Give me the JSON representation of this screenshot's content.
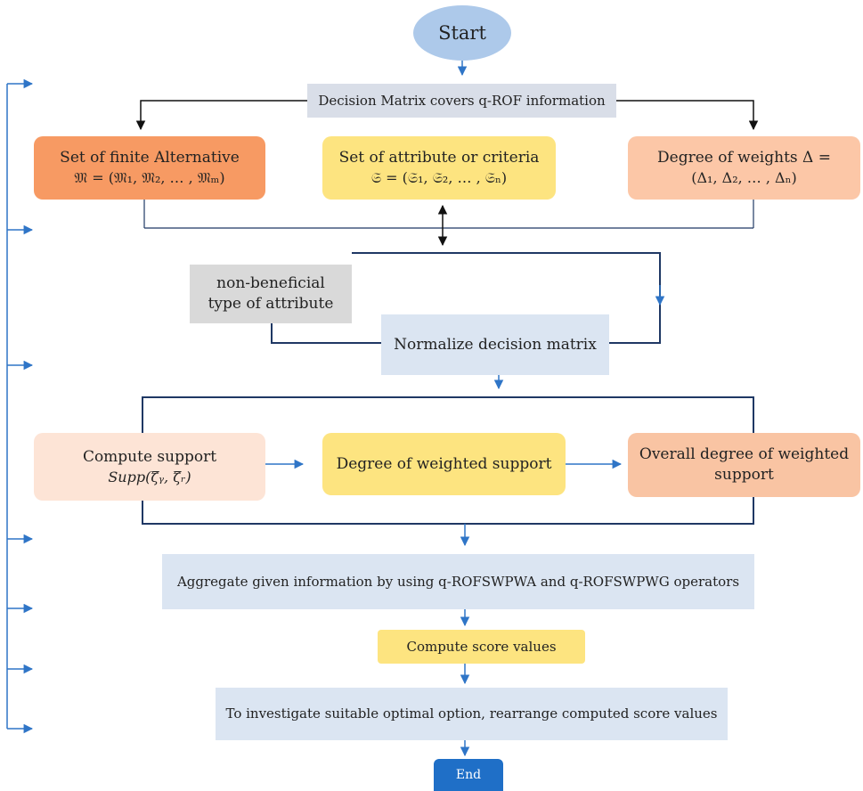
{
  "start": "Start",
  "end": "End",
  "decision_matrix": "Decision Matrix covers q-ROF information",
  "alternatives": {
    "line1": "Set of finite Alternative",
    "line2": "𝔐 = (𝔐₁, 𝔐₂, … , 𝔐ₘ)"
  },
  "attributes": {
    "line1": "Set of attribute or criteria",
    "line2": "𝔖 = (𝔖₁, 𝔖₂, … , 𝔖ₙ)"
  },
  "weights": {
    "line1": "Degree of weights Δ =",
    "line2": "(Δ₁, Δ₂, … , Δₙ)"
  },
  "non_beneficial": {
    "line1": "non-beneficial",
    "line2": "type of attribute"
  },
  "normalize": "Normalize decision matrix",
  "support": {
    "line1": "Compute support",
    "line2": "Supp(ζ̿ᵧ, ζ̿ᵣ)"
  },
  "weighted_support": "Degree of weighted support",
  "overall_support": {
    "line1": "Overall degree of weighted",
    "line2": "support"
  },
  "aggregate": "Aggregate given information by using q-ROFSWPWA and q-ROFSWPWG operators",
  "score": "Compute score values",
  "investigate": "To investigate suitable optimal option, rearrange computed score values",
  "colors": {
    "start_fill": "#adc9ea",
    "end_fill": "#1f6fc7",
    "alt_fill": "#f79a63",
    "attr_fill": "#fde480",
    "weight_fill": "#fcc7a7",
    "support_fill": "#fde4d6",
    "weighted_fill": "#fde480",
    "overall_fill": "#f9c4a3",
    "nonbeneficial_fill": "#d9d9d9",
    "box_blue": "#dbe5f2",
    "bar_gray": "#d9dee8",
    "frame": "#1f3864",
    "arrow_blue": "#2f75c7"
  }
}
